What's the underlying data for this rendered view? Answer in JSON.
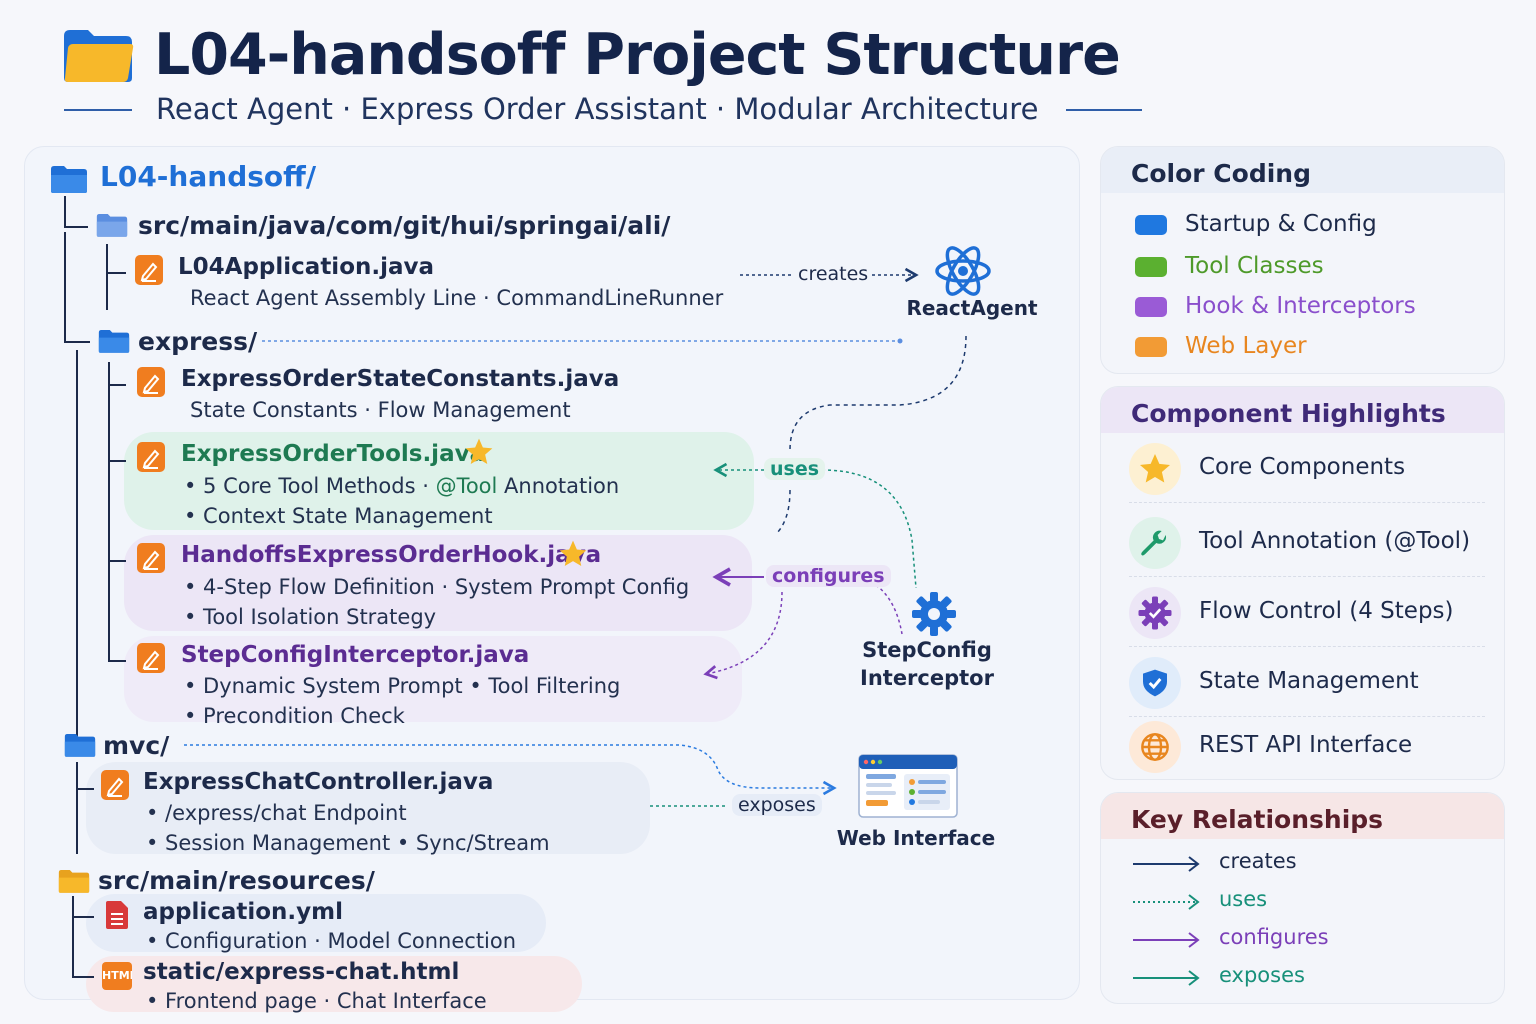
{
  "header": {
    "title": "L04-handsoff Project Structure",
    "subtitle": "React Agent · Express Order Assistant · Modular Architecture"
  },
  "tree": {
    "root": "L04-handsoff/",
    "src_java": "src/main/java/com/git/hui/springai/ali/",
    "app_file": {
      "name": "L04Application.java",
      "desc": "React Agent Assembly Line · CommandLineRunner"
    },
    "express_folder": "express/",
    "constants_file": {
      "name": "ExpressOrderStateConstants.java",
      "desc": "State Constants · Flow Management"
    },
    "tools_file": {
      "name": "ExpressOrderTools.java",
      "line1_a": "• 5 Core Tool Methods · ",
      "line1_b": "@Tool",
      "line1_c": " Annotation",
      "line2": "• Context State Management"
    },
    "hook_file": {
      "name": "HandoffsExpressOrderHook.java",
      "line1": "• 4-Step Flow Definition · System Prompt Config",
      "line2": "• Tool Isolation Strategy"
    },
    "interceptor_file": {
      "name": "StepConfigInterceptor.java",
      "line1": "• Dynamic System Prompt   • Tool Filtering",
      "line2": "• Precondition Check"
    },
    "mvc_folder": "mvc/",
    "controller_file": {
      "name": "ExpressChatController.java",
      "line1": "• /express/chat Endpoint",
      "line2": "• Session Management   • Sync/Stream"
    },
    "resources_folder": "src/main/resources/",
    "yml_file": {
      "name": "application.yml",
      "line1": "• Configuration · Model Connection"
    },
    "html_file": {
      "name": "static/express-chat.html",
      "line1": "• Frontend page · Chat Interface",
      "icon_text": "HTML"
    }
  },
  "relations": {
    "creates": "creates",
    "uses": "uses",
    "configures": "configures",
    "exposes": "exposes"
  },
  "nodes": {
    "react_agent": "ReactAgent",
    "step_config_1": "StepConfig",
    "step_config_2": "Interceptor",
    "web_interface": "Web Interface"
  },
  "color_coding": {
    "title": "Color Coding",
    "items": [
      {
        "label": "Startup & Config",
        "color": "#1f78e0",
        "text_color": "#1d2a4a"
      },
      {
        "label": "Tool Classes",
        "color": "#5bb030",
        "text_color": "#4e9a2a"
      },
      {
        "label": "Hook & Interceptors",
        "color": "#9a5bd6",
        "text_color": "#8a4fcc"
      },
      {
        "label": "Web Layer",
        "color": "#f29b35",
        "text_color": "#e8861f"
      }
    ]
  },
  "highlights": {
    "title": "Component Highlights",
    "items": [
      {
        "label": "Core Components",
        "icon": "star-icon"
      },
      {
        "label": "Tool Annotation (@Tool)",
        "icon": "wrench-icon"
      },
      {
        "label": "Flow Control (4 Steps)",
        "icon": "gear-icon"
      },
      {
        "label": "State Management",
        "icon": "shield-check-icon"
      },
      {
        "label": "REST API Interface",
        "icon": "globe-icon"
      }
    ]
  },
  "key_relationships": {
    "title": "Key Relationships",
    "items": [
      {
        "label": "creates",
        "color": "#1d3a6e",
        "style": "solid"
      },
      {
        "label": "uses",
        "color": "#17907a",
        "style": "dotted"
      },
      {
        "label": "configures",
        "color": "#7b3fb8",
        "style": "solid"
      },
      {
        "label": "exposes",
        "color": "#17907a",
        "style": "solid"
      }
    ]
  }
}
